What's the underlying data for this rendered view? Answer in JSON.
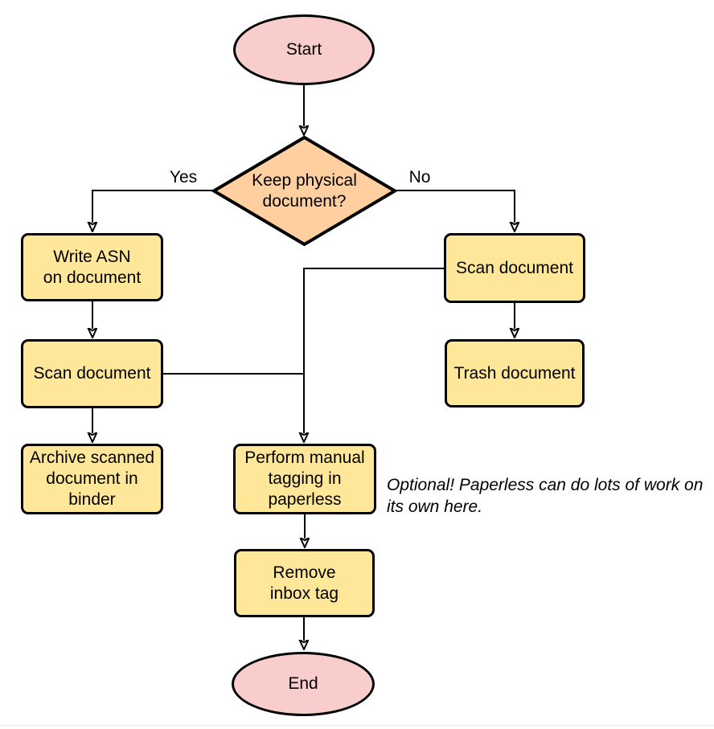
{
  "diagram": {
    "colors": {
      "terminal_fill": "#f8cdcb",
      "decision_fill": "#ffcf9f",
      "process_fill": "#ffe799",
      "stroke": "#000000",
      "background": "#ffffff"
    },
    "nodes": [
      {
        "id": "start",
        "type": "terminal",
        "label": "Start"
      },
      {
        "id": "keep-physical-decision",
        "type": "decision",
        "label": "Keep physical\ndocument?"
      },
      {
        "id": "write-asn",
        "type": "process",
        "label": "Write ASN\non document"
      },
      {
        "id": "scan-document-left",
        "type": "process",
        "label": "Scan document"
      },
      {
        "id": "archive-scanned",
        "type": "process",
        "label": "Archive scanned\ndocument in\nbinder"
      },
      {
        "id": "scan-document-right",
        "type": "process",
        "label": "Scan document"
      },
      {
        "id": "trash-document",
        "type": "process",
        "label": "Trash document"
      },
      {
        "id": "perform-manual-tagging",
        "type": "process",
        "label": "Perform manual\ntagging in\npaperless"
      },
      {
        "id": "remove-inbox-tag",
        "type": "process",
        "label": "Remove\ninbox tag"
      },
      {
        "id": "end",
        "type": "terminal",
        "label": "End"
      }
    ],
    "edges": [
      {
        "from": "start",
        "to": "keep-physical-decision",
        "label": ""
      },
      {
        "from": "keep-physical-decision",
        "to": "write-asn",
        "label": "Yes"
      },
      {
        "from": "keep-physical-decision",
        "to": "scan-document-right",
        "label": "No"
      },
      {
        "from": "write-asn",
        "to": "scan-document-left",
        "label": ""
      },
      {
        "from": "scan-document-left",
        "to": "archive-scanned",
        "label": ""
      },
      {
        "from": "scan-document-right",
        "to": "trash-document",
        "label": ""
      },
      {
        "from": "scan-document-right",
        "to": "perform-manual-tagging",
        "label": ""
      },
      {
        "from": "scan-document-left",
        "to": "perform-manual-tagging",
        "label": ""
      },
      {
        "from": "perform-manual-tagging",
        "to": "remove-inbox-tag",
        "label": ""
      },
      {
        "from": "remove-inbox-tag",
        "to": "end",
        "label": ""
      }
    ],
    "annotation": "Optional! Paperless can do lots of work on its own here."
  }
}
